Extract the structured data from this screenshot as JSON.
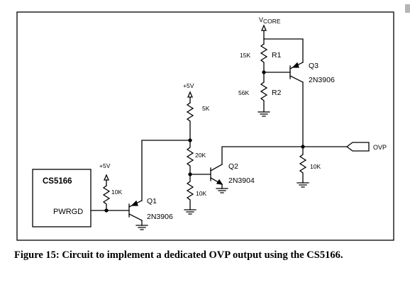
{
  "diagram": {
    "chip": {
      "name": "CS5166",
      "pin": "PWRGD"
    },
    "supplies": {
      "plus5v_a": "+5V",
      "plus5v_b": "+5V",
      "vcore_v": "V",
      "vcore_sub": "CORE"
    },
    "resistors": {
      "r_pullup_q1": "10K",
      "r_5k": "5K",
      "r_20k": "20K",
      "r_10k_q2": "10K",
      "r1_value": "15K",
      "r1_name": "R1",
      "r2_value": "56K",
      "r2_name": "R2",
      "r_out": "10K"
    },
    "transistors": {
      "q1_name": "Q1",
      "q1_part": "2N3906",
      "q2_name": "Q2",
      "q2_part": "2N3904",
      "q3_name": "Q3",
      "q3_part": "2N3906"
    },
    "output_label": "OVP"
  },
  "caption": "Figure 15: Circuit to implement a dedicated OVP output using the CS5166."
}
